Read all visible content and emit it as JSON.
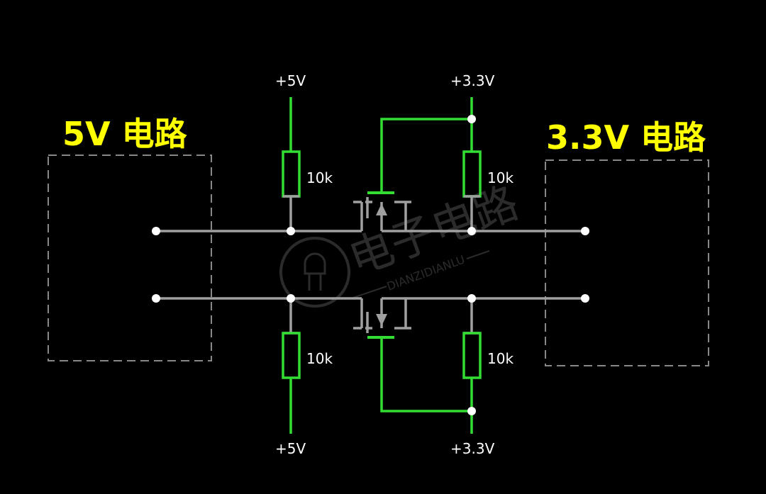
{
  "titles": {
    "left": "5V 电路",
    "right": "3.3V 电路"
  },
  "supplies": {
    "top_left": "+5V",
    "top_right": "+3.3V",
    "bottom_left": "+5V",
    "bottom_right": "+3.3V"
  },
  "resistors": {
    "r1": "10k",
    "r2": "10k",
    "r3": "10k",
    "r4": "10k"
  },
  "watermark": {
    "text": "电子电路",
    "subtext": "DIANZIDIANLU"
  },
  "colors": {
    "background": "#000000",
    "title": "#ffff00",
    "wire_signal": "#a0a0a0",
    "wire_supply": "#33dd33",
    "node": "#ffffff",
    "box_border": "#888888"
  }
}
